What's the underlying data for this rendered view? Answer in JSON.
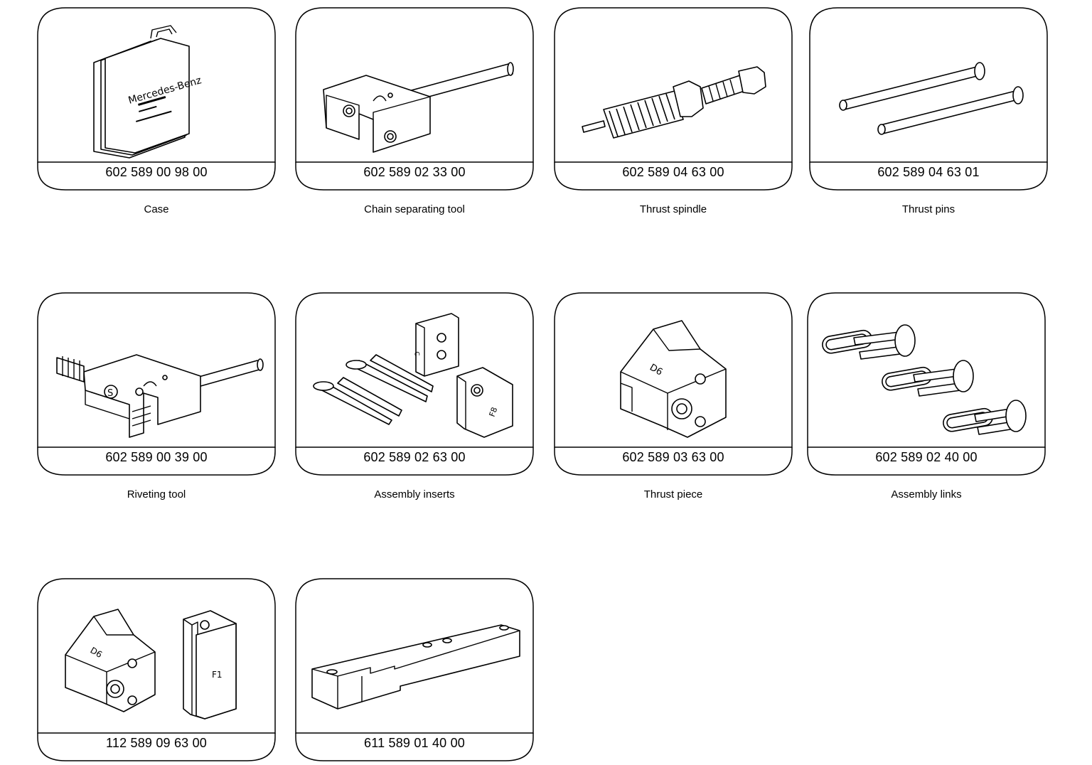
{
  "tools": [
    {
      "part_number": "602 589 00 98 00",
      "caption": "Case",
      "icon": "case-icon"
    },
    {
      "part_number": "602 589 02 33 00",
      "caption": "Chain separating tool",
      "icon": "chain-separating-tool-icon"
    },
    {
      "part_number": "602 589 04 63 00",
      "caption": "Thrust spindle",
      "icon": "thrust-spindle-icon"
    },
    {
      "part_number": "602 589 04 63 01",
      "caption": "Thrust pins",
      "icon": "thrust-pins-icon"
    },
    {
      "part_number": "602 589 00 39 00",
      "caption": "Riveting tool",
      "icon": "riveting-tool-icon"
    },
    {
      "part_number": "602 589 02 63 00",
      "caption": "Assembly inserts",
      "icon": "assembly-inserts-icon"
    },
    {
      "part_number": "602 589 03 63 00",
      "caption": "Thrust piece",
      "icon": "thrust-piece-icon"
    },
    {
      "part_number": "602 589 02 40 00",
      "caption": "Assembly links",
      "icon": "assembly-links-icon"
    },
    {
      "part_number": "112 589 09 63 00",
      "caption": "",
      "icon": "thrust-piece-insert-icon"
    },
    {
      "part_number": "611 589 01 40 00",
      "caption": "",
      "icon": "bar-icon"
    }
  ],
  "case_logo_text": "Mercedes-Benz",
  "insert_markings": {
    "thrust_piece": "D6",
    "insert_f1": "F1",
    "insert_f8": "F8",
    "insert_c": "C",
    "riveting": "S"
  }
}
